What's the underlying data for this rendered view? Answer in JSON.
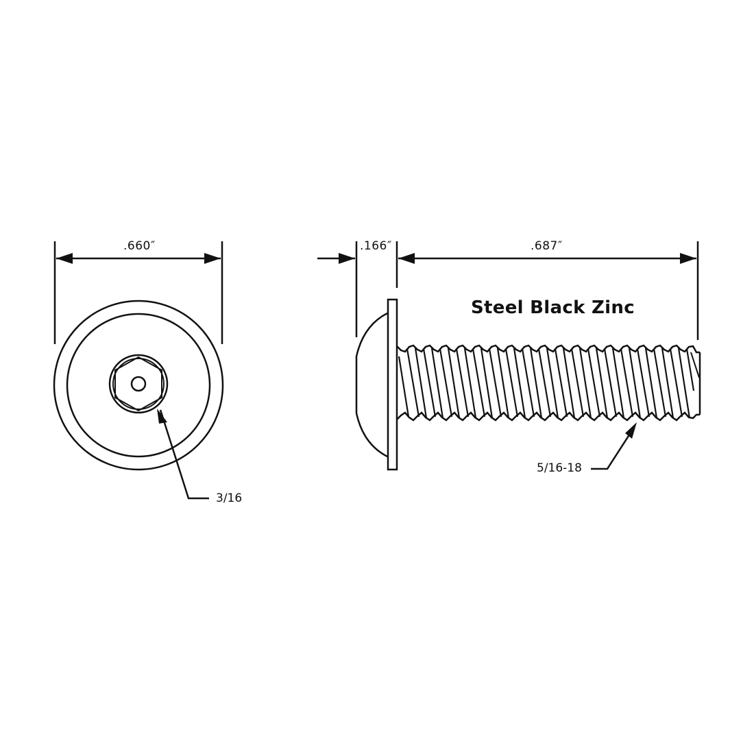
{
  "diagram": {
    "title": "Steel Black Zinc",
    "colors": {
      "line": "#111111",
      "background": "#ffffff"
    },
    "front_view": {
      "dimension_width": ".660″",
      "socket_callout": "3/16"
    },
    "side_view": {
      "dimension_head_height": ".166″",
      "dimension_length": ".687″",
      "thread_callout": "5/16-18"
    }
  }
}
